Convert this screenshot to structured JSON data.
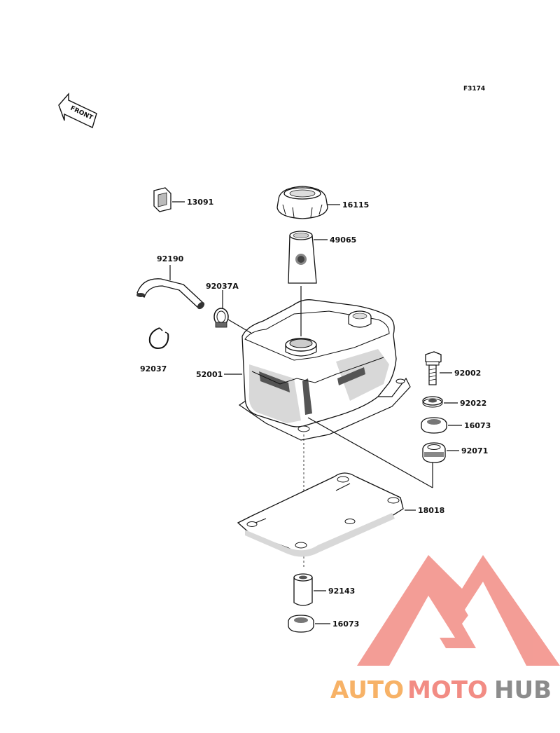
{
  "figure_code": "F3174",
  "front_label": "FRONT",
  "parts": [
    {
      "id": "13091",
      "label": "13091"
    },
    {
      "id": "16115",
      "label": "16115"
    },
    {
      "id": "49065",
      "label": "49065"
    },
    {
      "id": "92190",
      "label": "92190"
    },
    {
      "id": "92037A",
      "label": "92037A"
    },
    {
      "id": "92037",
      "label": "92037"
    },
    {
      "id": "52001",
      "label": "52001"
    },
    {
      "id": "92002",
      "label": "92002"
    },
    {
      "id": "92022",
      "label": "92022"
    },
    {
      "id": "16073a",
      "label": "16073"
    },
    {
      "id": "92071",
      "label": "92071"
    },
    {
      "id": "18018",
      "label": "18018"
    },
    {
      "id": "92143",
      "label": "92143"
    },
    {
      "id": "16073b",
      "label": "16073"
    }
  ],
  "watermark": {
    "part1": "AUTO",
    "part2": "MOTO",
    "part3": "HUB",
    "color_orange": "#f7b267",
    "color_red": "#f28c84",
    "color_gray": "#8c8c8c"
  }
}
